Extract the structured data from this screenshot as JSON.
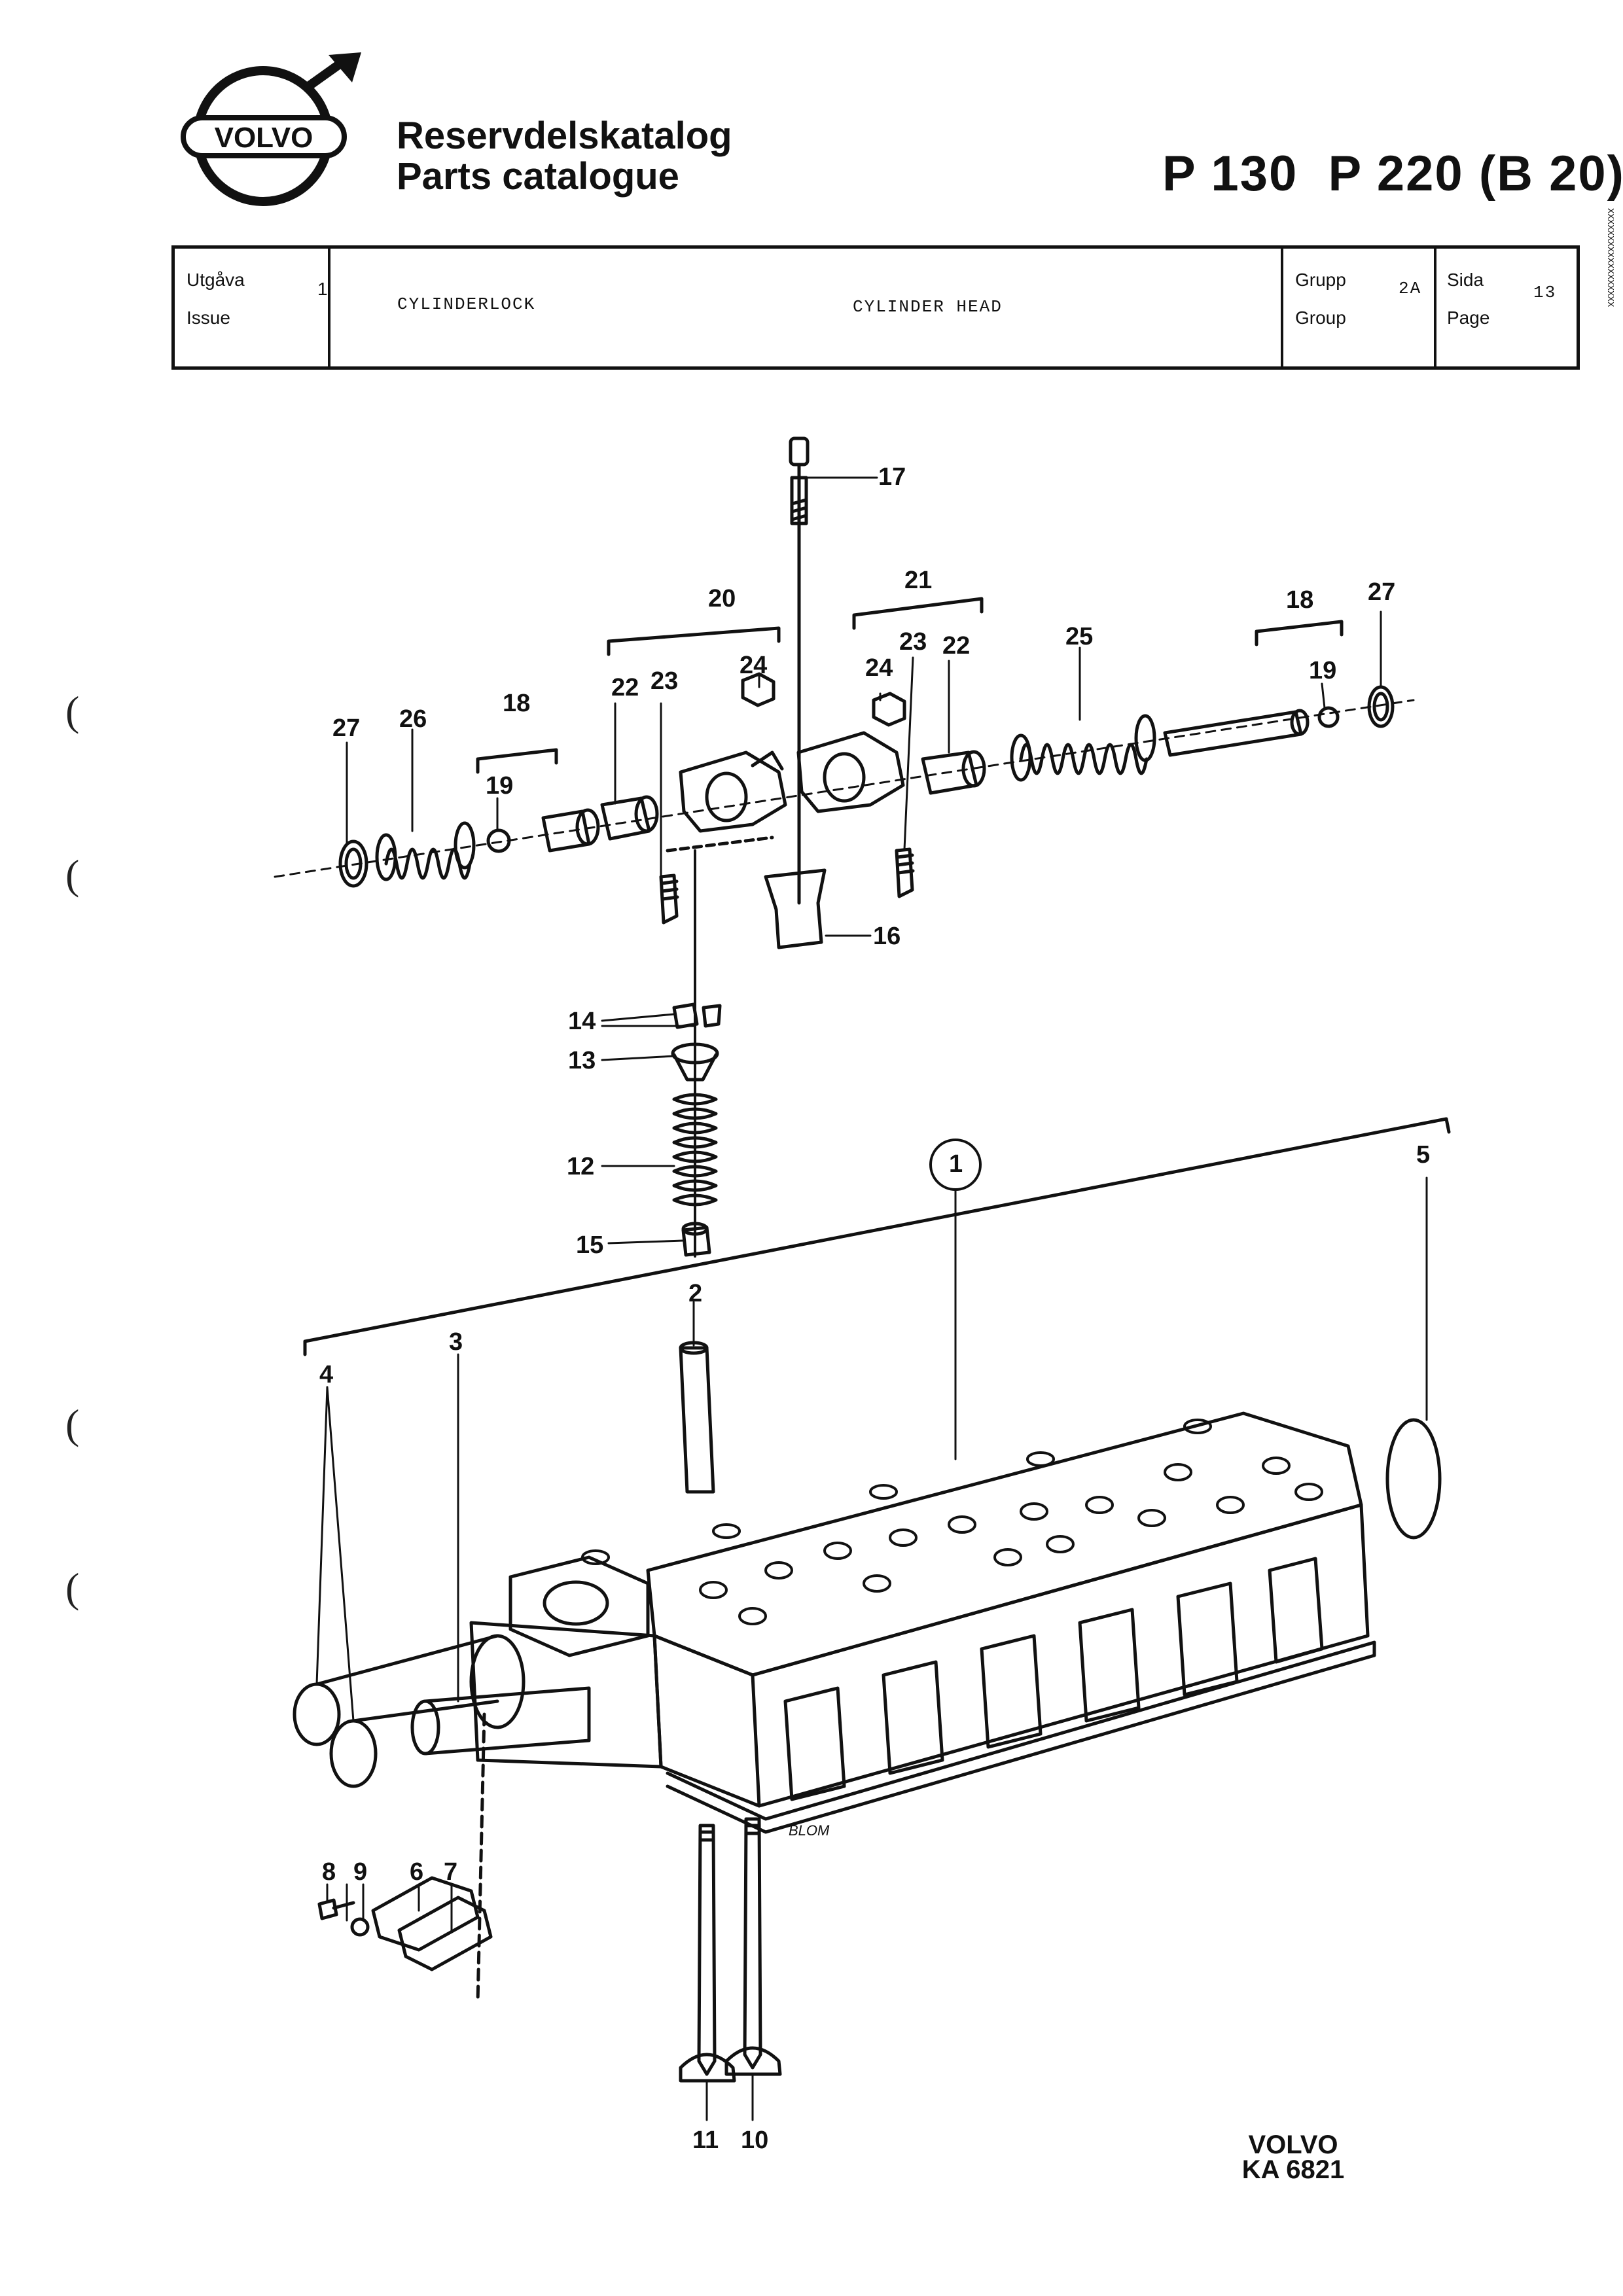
{
  "header": {
    "brand": "VOLVO",
    "title_sv": "Reservdelskatalog",
    "title_en": "Parts catalogue",
    "models": "P 130  P 220 (B 20)"
  },
  "info_box": {
    "issue_label_sv": "Utgåva",
    "issue_label_en": "Issue",
    "issue_value": "1",
    "section_sv": "CYLINDERLOCK",
    "section_en": "CYLINDER HEAD",
    "group_label_sv": "Grupp",
    "group_label_en": "Group",
    "group_value": "2A",
    "page_label_sv": "Sida",
    "page_label_en": "Page",
    "page_value": "13"
  },
  "callouts": [
    "1",
    "2",
    "3",
    "4",
    "5",
    "6",
    "7",
    "8",
    "9",
    "10",
    "11",
    "12",
    "13",
    "14",
    "15",
    "16",
    "17",
    "18",
    "18",
    "19",
    "19",
    "20",
    "21",
    "22",
    "22",
    "23",
    "23",
    "24",
    "24",
    "25",
    "26",
    "27",
    "27"
  ],
  "footer": {
    "brand": "VOLVO",
    "code": "KA 6821"
  },
  "colors": {
    "ink": "#111111",
    "paper": "#ffffff"
  },
  "side_code": "XXXXXXXXXXXXXXXXXX"
}
